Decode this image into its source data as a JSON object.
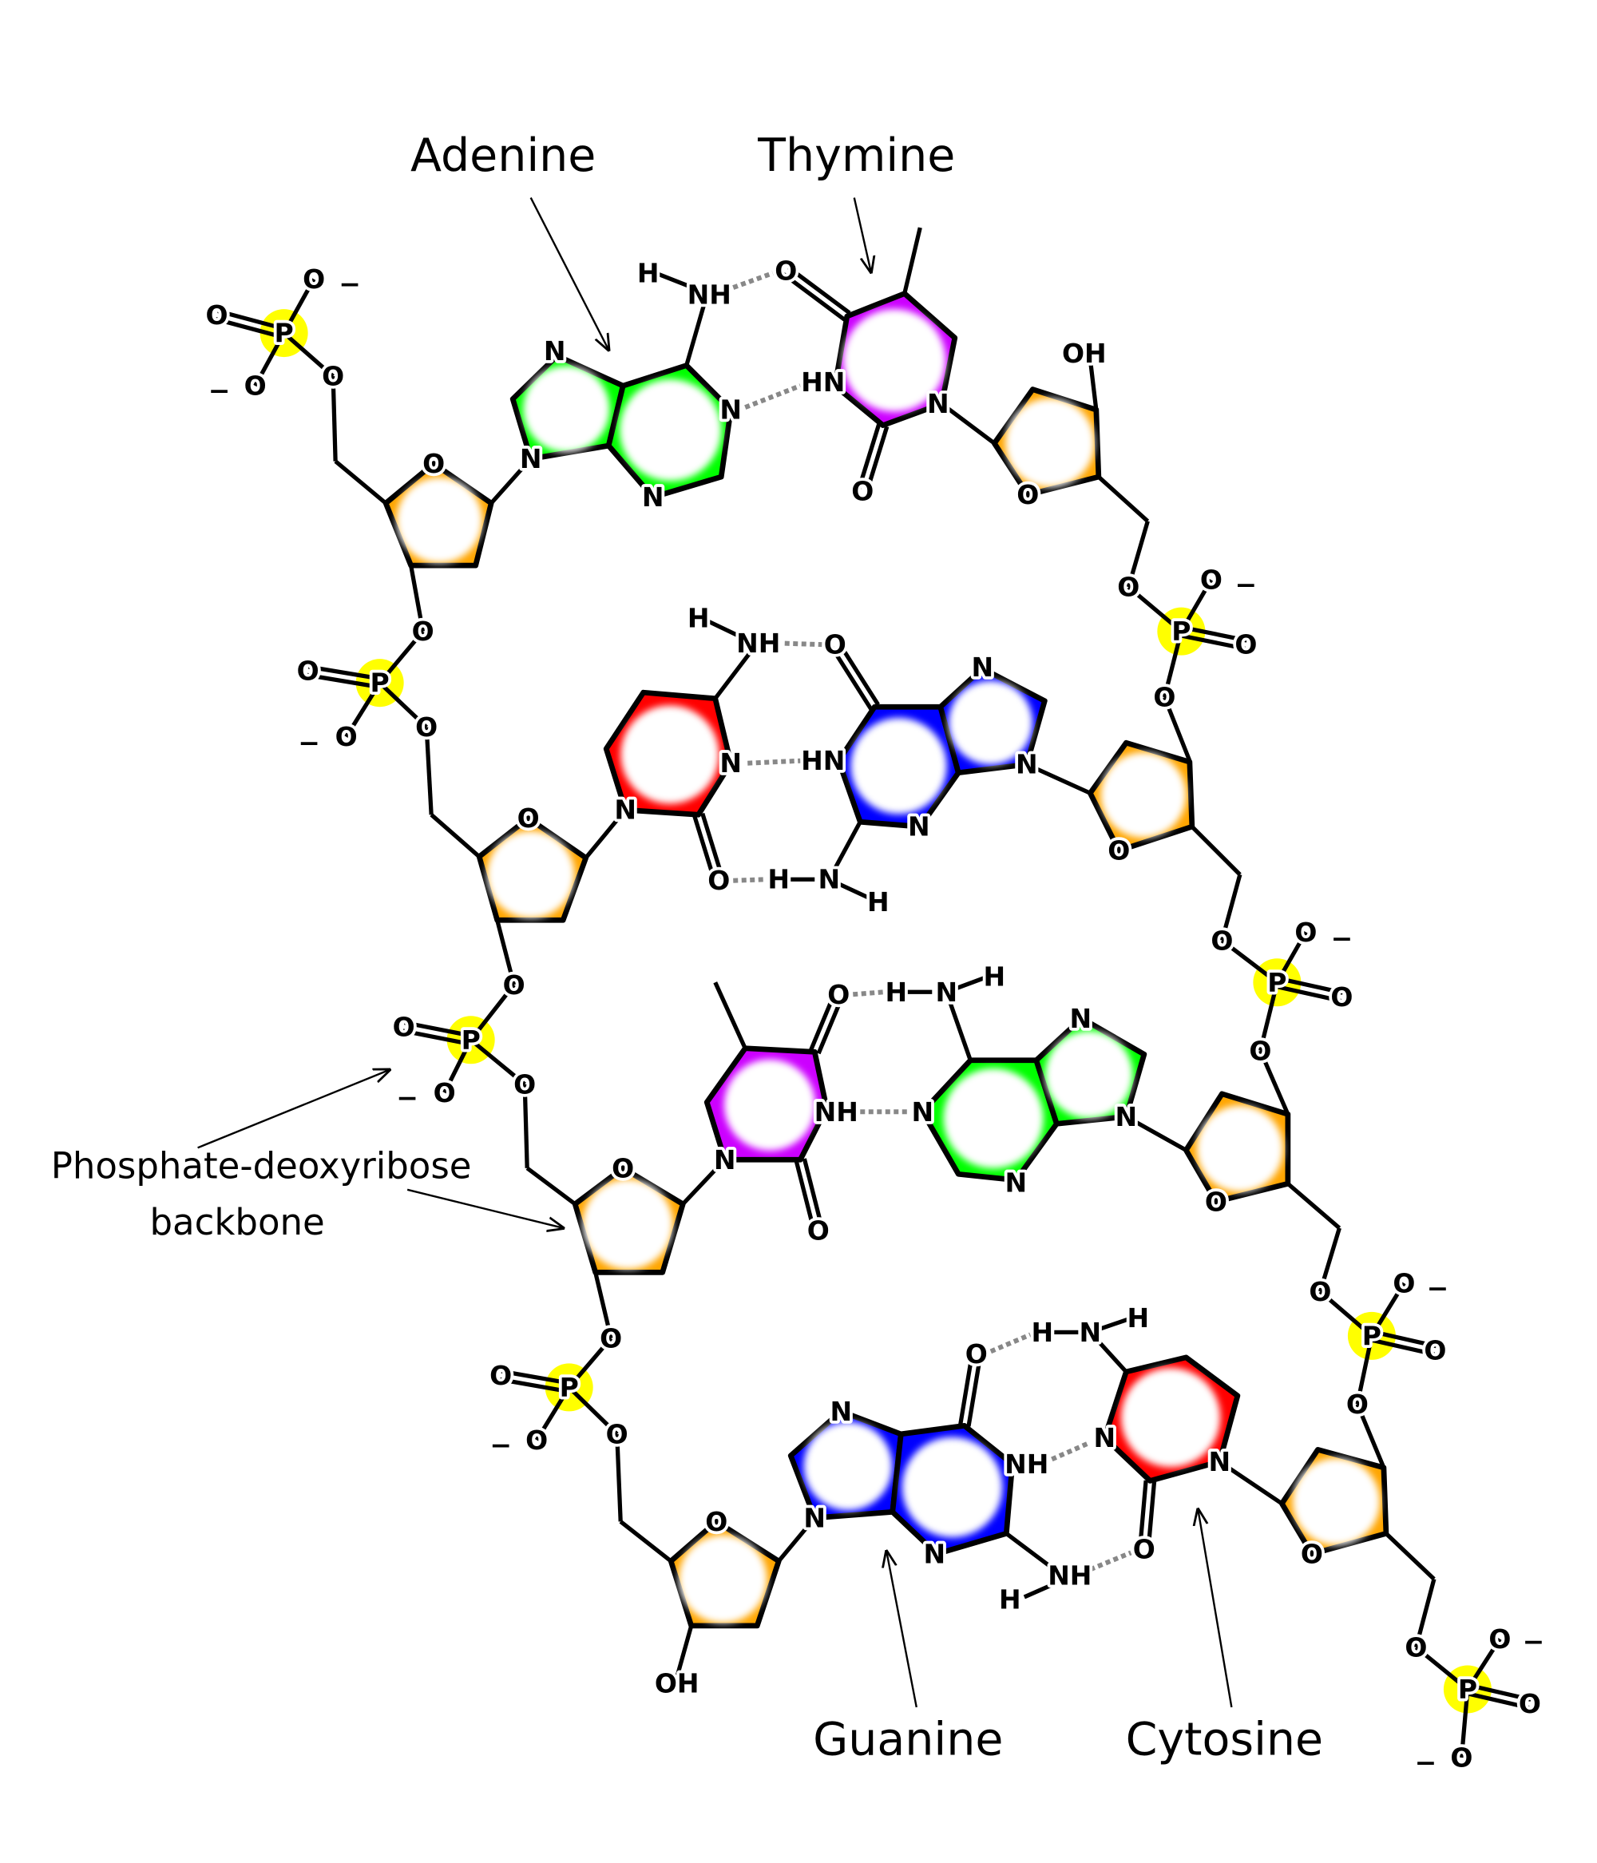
{
  "labels": {
    "adenine": "Adenine",
    "thymine": "Thymine",
    "guanine": "Guanine",
    "cytosine": "Cytosine",
    "backbone_line1": "Phosphate-deoxyribose",
    "backbone_line2": "backbone"
  },
  "colors": {
    "adenine": "#00ff00",
    "thymine": "#cc00ff",
    "guanine": "#0000ff",
    "cytosine": "#ff0000",
    "sugar": "#ffa500",
    "phosphate": "#ffff00",
    "hydrogen_bond": "#888888"
  },
  "atom_labels": [
    "O",
    "P",
    "O",
    "−",
    "O",
    "O",
    "−",
    "O",
    "N",
    "N",
    "N",
    "N",
    "NH",
    "H",
    "O",
    "HN",
    "N",
    "O",
    "OH",
    "O",
    "O",
    "P",
    "O",
    "−",
    "O",
    "O",
    "O",
    "P",
    "O",
    "O",
    "−",
    "O",
    "O",
    "N",
    "N",
    "NH",
    "H",
    "O",
    "HN",
    "N",
    "N",
    "N",
    "O",
    "H",
    "N",
    "H",
    "O",
    "O",
    "P",
    "O",
    "−",
    "O",
    "O",
    "O",
    "P",
    "O",
    "O",
    "−",
    "O",
    "O",
    "N",
    "NH",
    "O",
    "O",
    "H",
    "N",
    "H",
    "N",
    "N",
    "N",
    "N",
    "O",
    "O",
    "P",
    "O",
    "−",
    "O",
    "O",
    "O",
    "P",
    "O",
    "O",
    "−",
    "O",
    "O",
    "OH",
    "N",
    "N",
    "N",
    "NH",
    "O",
    "H",
    "N",
    "H",
    "N",
    "N",
    "O",
    "NH",
    "H",
    "O",
    "O",
    "P",
    "O",
    "−",
    "O",
    "O",
    "−"
  ]
}
